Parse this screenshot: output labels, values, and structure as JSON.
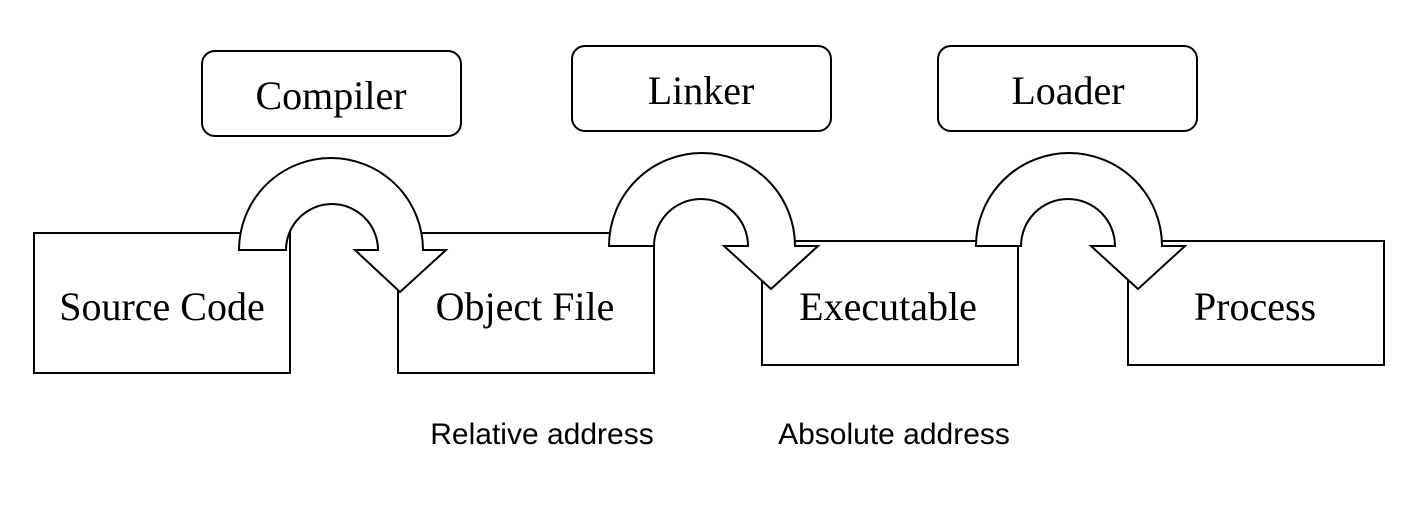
{
  "stages": [
    {
      "label": "Source Code"
    },
    {
      "label": "Object File"
    },
    {
      "label": "Executable"
    },
    {
      "label": "Process"
    }
  ],
  "tools": [
    {
      "label": "Compiler"
    },
    {
      "label": "Linker"
    },
    {
      "label": "Loader"
    }
  ],
  "captions": [
    {
      "label": "Relative address"
    },
    {
      "label": "Absolute address"
    }
  ]
}
